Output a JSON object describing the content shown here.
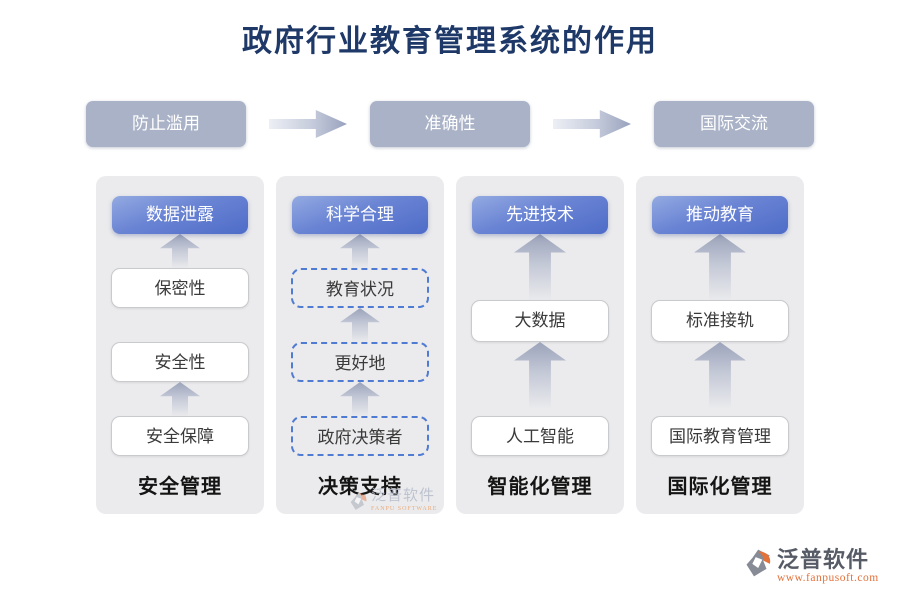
{
  "title": "政府行业教育管理系统的作用",
  "colors": {
    "title_text": "#1e3868",
    "flow_button_bg": "#a9b2c7",
    "panel_bg": "#ebebed",
    "pill_gradient_top": "#93aae1",
    "pill_gradient_bottom": "#4e6cc8",
    "dashed_border": "#4f7bd2",
    "watermark_orange": "#e4713b"
  },
  "flow": {
    "steps": [
      {
        "label": "防止滥用"
      },
      {
        "label": "准确性"
      },
      {
        "label": "国际交流"
      }
    ]
  },
  "columns": [
    {
      "header": "数据泄露",
      "footer": "安全管理",
      "boxes": [
        "保密性",
        "安全性",
        "安全保障"
      ]
    },
    {
      "header": "科学合理",
      "footer": "决策支持",
      "boxes": [
        "教育状况",
        "更好地",
        "政府决策者"
      ]
    },
    {
      "header": "先进技术",
      "footer": "智能化管理",
      "boxes": [
        "大数据",
        "人工智能"
      ]
    },
    {
      "header": "推动教育",
      "footer": "国际化管理",
      "boxes": [
        "标准接轨",
        "国际教育管理"
      ]
    }
  ],
  "watermark": {
    "brand": "泛普软件",
    "subtext": "FANPU SOFTWARE",
    "url": "www.fanpusoft.com"
  }
}
